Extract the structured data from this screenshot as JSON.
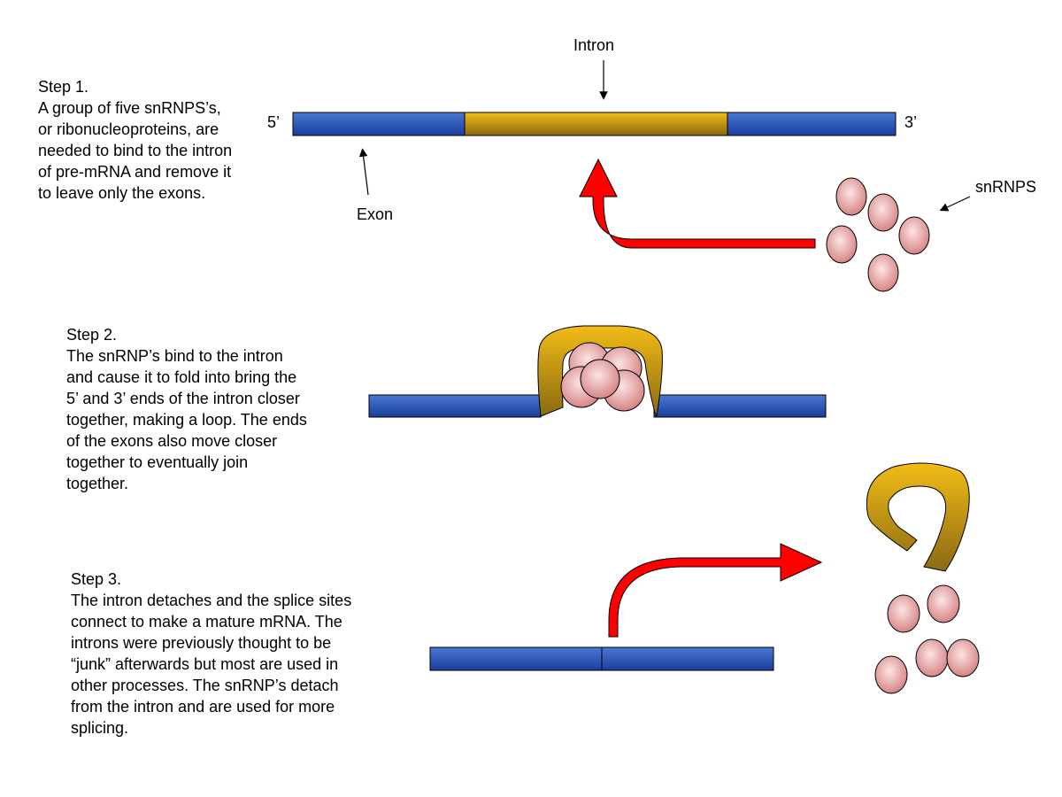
{
  "steps": [
    {
      "heading": "Step 1.",
      "body": [
        "A group of five snRNPS’s,",
        "or ribonucleoproteins, are",
        "needed to bind to the intron",
        "of pre-mRNA and remove it",
        "to leave only the exons."
      ]
    },
    {
      "heading": "Step 2.",
      "body": [
        "The snRNP’s bind to the intron",
        "and cause it to fold into bring the",
        "5’ and 3’ ends of the intron closer",
        "together, making a loop. The ends",
        "of the exons also move closer",
        "together to eventually join",
        "together."
      ]
    },
    {
      "heading": "Step 3.",
      "body": [
        "The intron detaches and the splice sites",
        "connect to make a mature mRNA. The",
        "introns were previously thought to be",
        "“junk” afterwards but most are used in",
        "other processes. The snRNP’s detach",
        "from the intron and are used for more",
        "splicing."
      ]
    }
  ],
  "labels": {
    "intron": "Intron",
    "exon": "Exon",
    "five_prime": "5’",
    "three_prime": "3’",
    "snrnps": "snRNPS"
  },
  "colors": {
    "exon_top": "#4a78d4",
    "exon_bottom": "#1a3d9e",
    "intron_top": "#f2bc16",
    "intron_bottom": "#8a6a12",
    "snrnp_light": "#fde4e4",
    "snrnp_dark": "#d68585",
    "arrow": "#ff0000"
  }
}
